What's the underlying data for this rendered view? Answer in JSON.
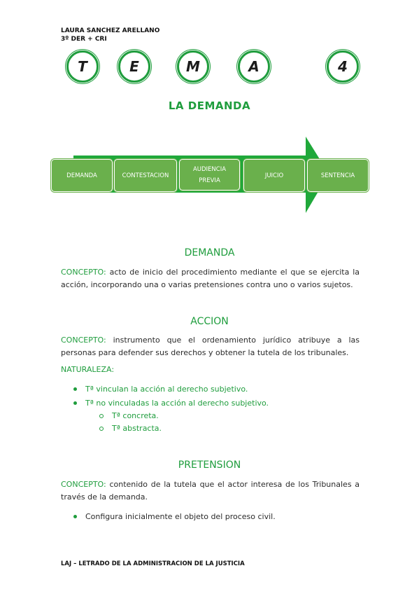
{
  "header": {
    "author": "LAURA SANCHEZ ARELLANO",
    "course": "3º DER + CRI"
  },
  "tema_letters": [
    "T",
    "E",
    "M",
    "A",
    "4"
  ],
  "main_title": "LA DEMANDA",
  "process_steps": [
    "DEMANDA",
    "CONTESTACION",
    "AUDIENCIA PREVIA",
    "JUICIO",
    "SENTENCIA"
  ],
  "demanda": {
    "title": "DEMANDA",
    "lead": "CONCEPTO:",
    "text": "acto de inicio del procedimiento mediante el que se ejercita la acción, incorporando una o varias pretensiones contra uno o varios sujetos."
  },
  "accion": {
    "title": "ACCION",
    "lead": "CONCEPTO:",
    "text": "instrumento que el ordenamiento jurídico atribuye a las personas para defender sus derechos y obtener la tutela de los tribunales.",
    "naturaleza_label": "NATURALEZA:",
    "bullets": [
      "Tª vinculan la acción al derecho subjetivo.",
      "Tª no vinculadas la acción al derecho subjetivo."
    ],
    "sub_bullets": [
      "Tª concreta.",
      "Tª abstracta."
    ]
  },
  "pretension": {
    "title": "PRETENSION",
    "lead": "CONCEPTO:",
    "text": "contenido de la tutela que el actor interesa de los Tribunales a través de la demanda.",
    "bullets": [
      "Configura inicialmente el objeto del proceso civil."
    ]
  },
  "footer": "LAJ – LETRADO DE LA ADMINISTRACION DE LA JUSTICIA",
  "colors": {
    "accent": "#1f9d3d",
    "step_fill": "#6ab04c"
  }
}
